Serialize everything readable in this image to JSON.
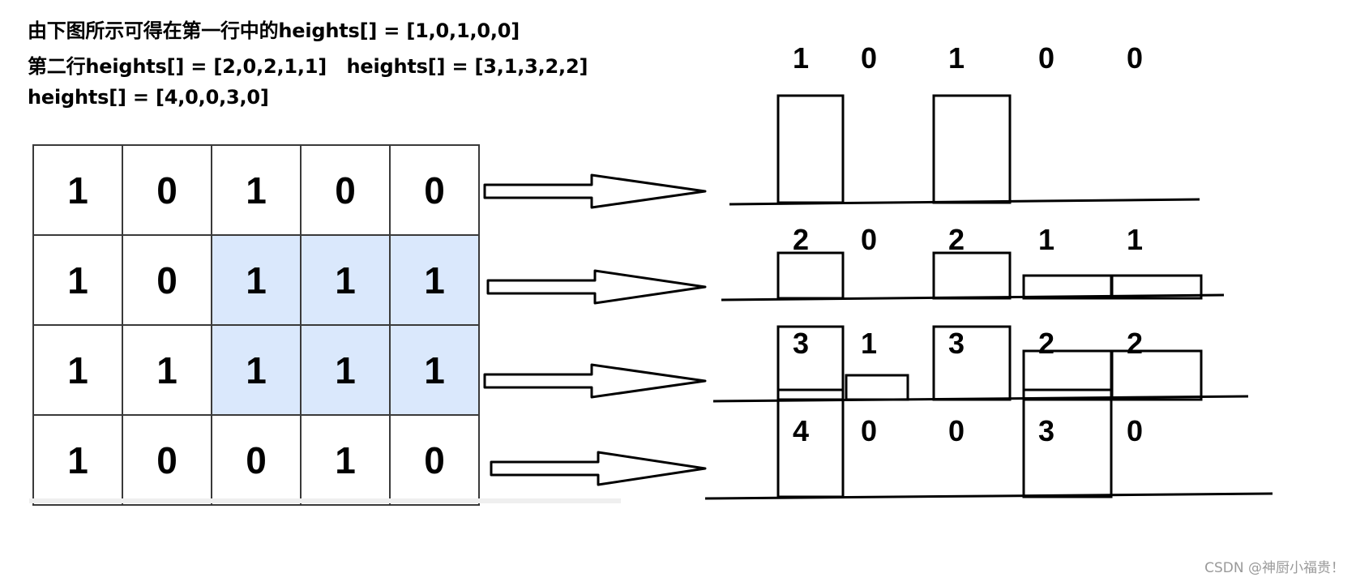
{
  "header": {
    "line1": "由下图所示可得在第一行中的heights[] = [1,0,1,0,0]",
    "line2": "第二行heights[] = [2,0,2,1,1]   heights[] = [3,1,3,2,2]",
    "line3": "heights[] = [4,0,0,3,0]"
  },
  "matrix": {
    "rows": [
      [
        "1",
        "0",
        "1",
        "0",
        "0"
      ],
      [
        "1",
        "0",
        "1",
        "1",
        "1"
      ],
      [
        "1",
        "1",
        "1",
        "1",
        "1"
      ],
      [
        "1",
        "0",
        "0",
        "1",
        "0"
      ]
    ],
    "highlight_color": "#dae8fc"
  },
  "histograms": [
    {
      "labels": [
        "1",
        "0",
        "1",
        "0",
        "0"
      ],
      "heights": [
        1,
        0,
        1,
        0,
        0
      ]
    },
    {
      "labels": [
        "2",
        "0",
        "2",
        "1",
        "1"
      ],
      "heights": [
        2,
        0,
        2,
        1,
        1
      ]
    },
    {
      "labels": [
        "3",
        "1",
        "3",
        "2",
        "2"
      ],
      "heights": [
        3,
        1,
        3,
        2,
        2
      ]
    },
    {
      "labels": [
        "4",
        "0",
        "0",
        "3",
        "0"
      ],
      "heights": [
        4,
        0,
        0,
        3,
        0
      ]
    }
  ],
  "watermark": "CSDN @神厨小福贵！"
}
